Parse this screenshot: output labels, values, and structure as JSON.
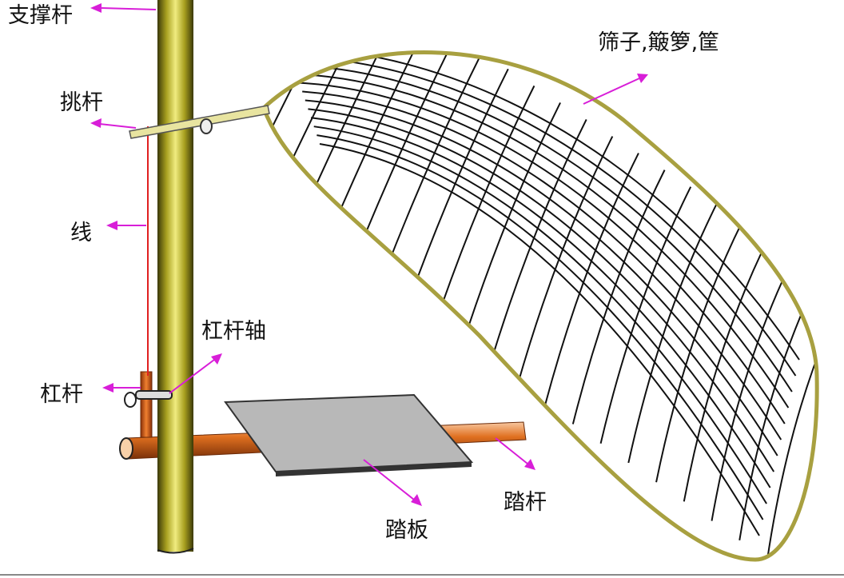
{
  "labels": {
    "support_pole": "支撑杆",
    "pick_rod": "挑杆",
    "string": "线",
    "lever": "杠杆",
    "lever_axis": "杠杆轴",
    "pedal_board": "踏板",
    "pedal_rod": "踏杆",
    "basket": "筛子,簸箩,筐"
  },
  "colors": {
    "arrow": "#d81ed8",
    "pole": "#c8c030",
    "basket_rim": "#a8a040",
    "rod": "#e07020",
    "string": "#e02020",
    "board": "#b8b8b8"
  }
}
